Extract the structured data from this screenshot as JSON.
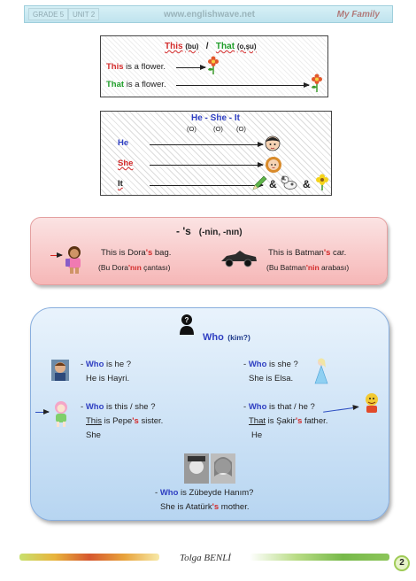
{
  "header": {
    "grade": "GRADE 5",
    "unit": "UNIT 2",
    "site": "www.englishwave.net",
    "title": "My Family"
  },
  "this_that": {
    "heading_this": "This",
    "heading_this_tr": "(bu)",
    "slash": "/",
    "heading_that": "That",
    "heading_that_tr": "(o,şu)",
    "line1_word": "This",
    "line1_rest": " is a flower.",
    "line2_word": "That",
    "line2_rest": " is a flower."
  },
  "pronouns": {
    "heading": "He - She - It",
    "sub": [
      "(O)",
      "(O)",
      "(O)"
    ],
    "he": "He",
    "she": "She",
    "it": "It",
    "amp": "&"
  },
  "possessive": {
    "title": "- 's",
    "title_tr": "(-nin, -nın)",
    "ex1": {
      "pre": "This is Dora",
      "s": "'s",
      "post": " bag.",
      "tr_pre": "(Bu Dora",
      "tr_mid": "'nın",
      "tr_post": " çantası)"
    },
    "ex2": {
      "pre": "This is Batman",
      "s": "'s",
      "post": " car.",
      "tr_pre": "(Bu Batman",
      "tr_mid": "'nin",
      "tr_post": " arabası)"
    }
  },
  "who": {
    "title": "Who",
    "title_tr": "(kim?)",
    "q1": {
      "dash": "- ",
      "who": "Who",
      "rest": " is he ?",
      "answer": "He is Hayri."
    },
    "q2": {
      "dash": "- ",
      "who": "Who",
      "rest": " is she ?",
      "answer": "She is Elsa."
    },
    "q3": {
      "dash": "- ",
      "who": "Who",
      "rest": " is this / she ?",
      "ans_u": "This",
      "ans_mid": "  is Pepe",
      "s": "'s",
      "ans_post": " sister.",
      "alt": "She"
    },
    "q4": {
      "dash": "- ",
      "who": "Who",
      "rest": " is that / he ?",
      "ans_u": "That",
      "ans_mid": " is Şakir",
      "s": "'s",
      "ans_post": " father.",
      "alt": "He"
    },
    "q5": {
      "dash": "- ",
      "who": "Who",
      "rest": " is Zübeyde Hanım?",
      "ans_pre": "She is Atatürk",
      "s": "'s",
      "ans_post": " mother."
    }
  },
  "footer": {
    "author": "Tolga BENLİ",
    "page": "2"
  }
}
